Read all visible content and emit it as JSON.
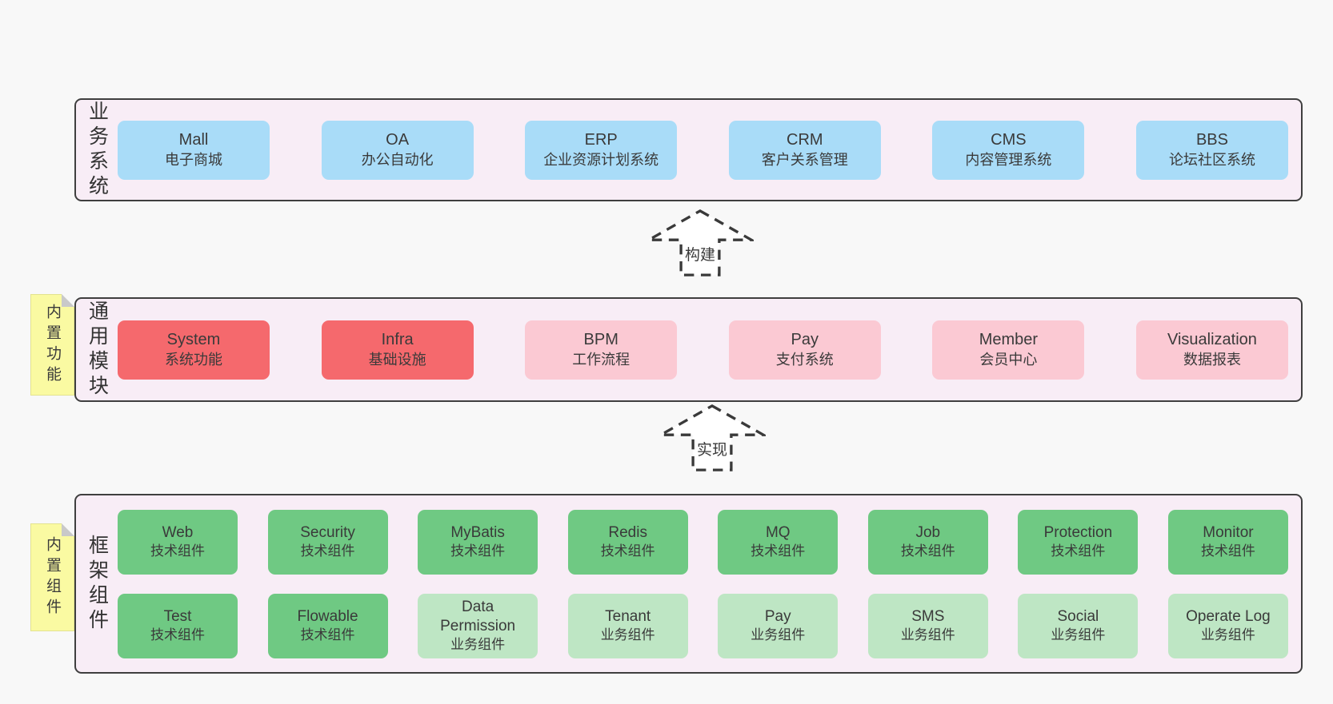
{
  "colors": {
    "page_bg": "#f8f8f8",
    "band_bg": "#f8edf6",
    "band_border": "#3f3f3f",
    "business_system_box": "#a9dcf8",
    "core_module_box": "#f5696d",
    "extension_module_box": "#fbc9d3",
    "tech_component_box": "#6fc983",
    "biz_component_box": "#bee6c4",
    "sticky_note": "#fafaa2",
    "text": "#3a3a3a"
  },
  "stickies": [
    {
      "label": "内置功能"
    },
    {
      "label": "内置组件"
    }
  ],
  "arrows": [
    {
      "label": "构建"
    },
    {
      "label": "实现"
    }
  ],
  "bands": [
    {
      "label": "业务系统",
      "boxes": [
        {
          "name": "Mall",
          "desc": "电子商城"
        },
        {
          "name": "OA",
          "desc": "办公自动化"
        },
        {
          "name": "ERP",
          "desc": "企业资源计划系统"
        },
        {
          "name": "CRM",
          "desc": "客户关系管理"
        },
        {
          "name": "CMS",
          "desc": "内容管理系统"
        },
        {
          "name": "BBS",
          "desc": "论坛社区系统"
        }
      ]
    },
    {
      "label": "通用模块",
      "boxes": [
        {
          "name": "System",
          "desc": "系统功能",
          "variant": "red"
        },
        {
          "name": "Infra",
          "desc": "基础设施",
          "variant": "red"
        },
        {
          "name": "BPM",
          "desc": "工作流程",
          "variant": "pink"
        },
        {
          "name": "Pay",
          "desc": "支付系统",
          "variant": "pink"
        },
        {
          "name": "Member",
          "desc": "会员中心",
          "variant": "pink"
        },
        {
          "name": "Visualization",
          "desc": "数据报表",
          "variant": "pink"
        }
      ]
    },
    {
      "label": "框架组件",
      "boxes": [
        {
          "name": "Web",
          "desc": "技术组件",
          "variant": "green"
        },
        {
          "name": "Security",
          "desc": "技术组件",
          "variant": "green"
        },
        {
          "name": "MyBatis",
          "desc": "技术组件",
          "variant": "green"
        },
        {
          "name": "Redis",
          "desc": "技术组件",
          "variant": "green"
        },
        {
          "name": "MQ",
          "desc": "技术组件",
          "variant": "green"
        },
        {
          "name": "Job",
          "desc": "技术组件",
          "variant": "green"
        },
        {
          "name": "Protection",
          "desc": "技术组件",
          "variant": "green"
        },
        {
          "name": "Monitor",
          "desc": "技术组件",
          "variant": "green"
        },
        {
          "name": "Test",
          "desc": "技术组件",
          "variant": "green"
        },
        {
          "name": "Flowable",
          "desc": "技术组件",
          "variant": "green"
        },
        {
          "name": "Data Permission",
          "desc": "业务组件",
          "variant": "lightgreen"
        },
        {
          "name": "Tenant",
          "desc": "业务组件",
          "variant": "lightgreen"
        },
        {
          "name": "Pay",
          "desc": "业务组件",
          "variant": "lightgreen"
        },
        {
          "name": "SMS",
          "desc": "业务组件",
          "variant": "lightgreen"
        },
        {
          "name": "Social",
          "desc": "业务组件",
          "variant": "lightgreen"
        },
        {
          "name": "Operate Log",
          "desc": "业务组件",
          "variant": "lightgreen"
        }
      ]
    }
  ]
}
